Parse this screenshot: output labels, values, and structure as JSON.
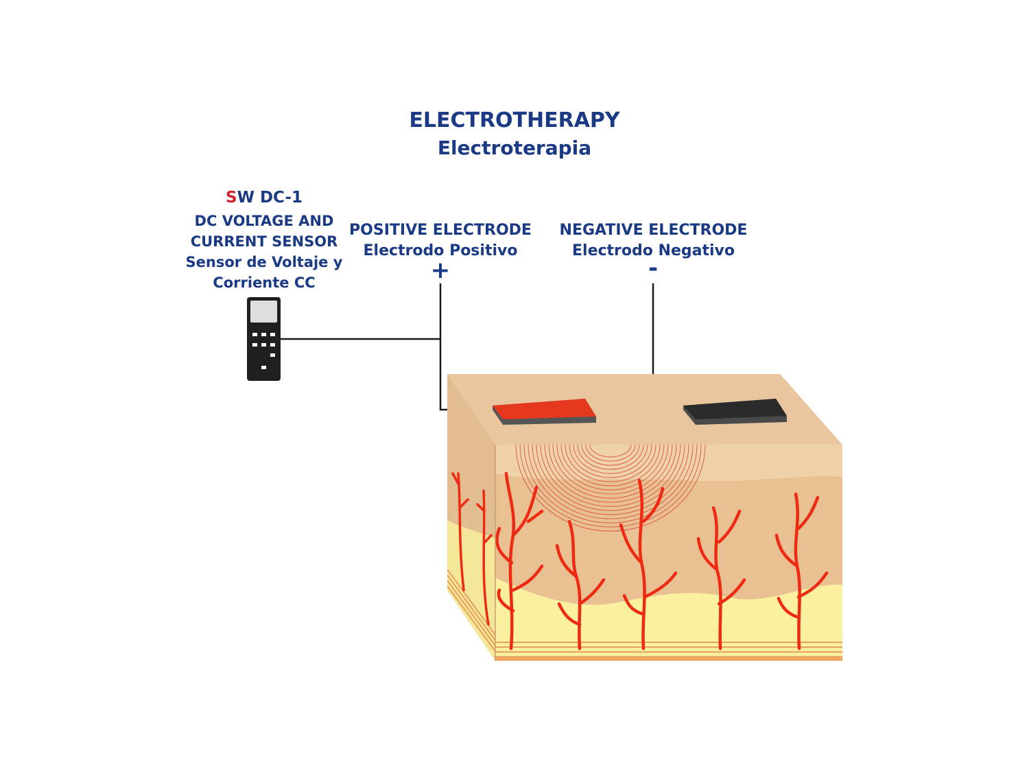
{
  "title": {
    "main": "ELECTROTHERAPY",
    "sub": "Electroterapia"
  },
  "sensor": {
    "model_accent": "S",
    "model_rest": "W DC-1",
    "line1": "DC VOLTAGE AND",
    "line2": "CURRENT SENSOR",
    "line3": "Sensor de Voltaje y",
    "line4": "Corriente CC"
  },
  "positive_electrode": {
    "label_en": "POSITIVE ELECTRODE",
    "label_es": "Electrodo Positivo",
    "sign": "+"
  },
  "negative_electrode": {
    "label_en": "NEGATIVE ELECTRODE",
    "label_es": "Electrodo Negativo",
    "sign": "-"
  },
  "colors": {
    "text": "#1a3a86",
    "accent": "#d42330",
    "positive_pad": "#e5391f",
    "negative_pad": "#2a2a2a",
    "skin": "#e9c69d",
    "fat": "#fbf09f",
    "vessel": "#ee2a12"
  }
}
